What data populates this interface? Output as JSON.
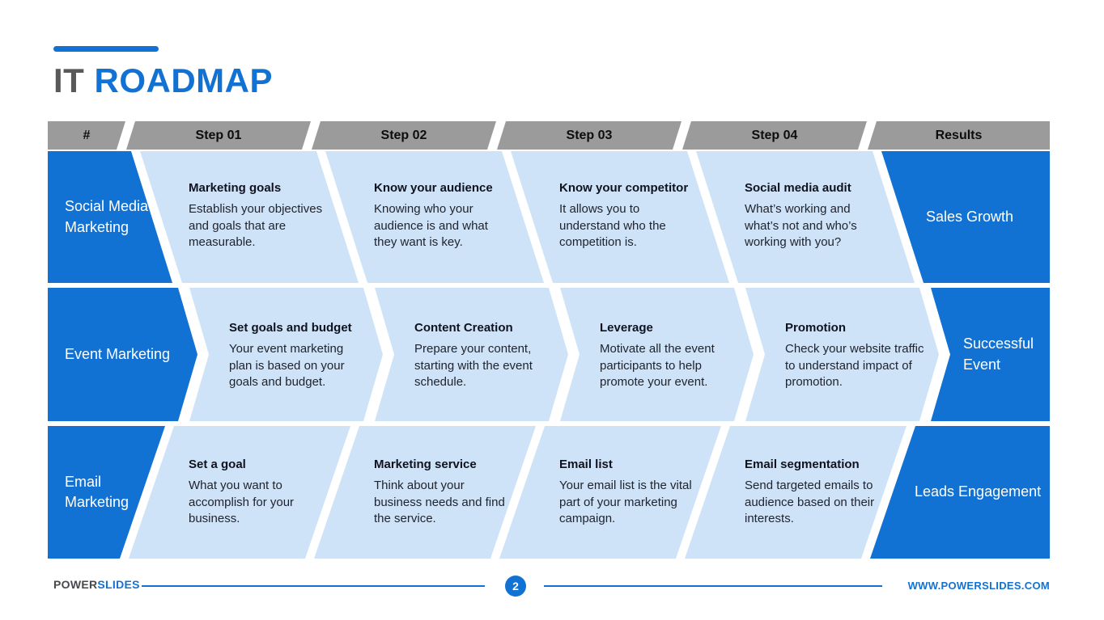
{
  "title": {
    "prefix": "IT",
    "accent": "ROADMAP"
  },
  "header": {
    "number_label": "#",
    "columns": [
      "Step 01",
      "Step 02",
      "Step 03",
      "Step 04"
    ],
    "results_label": "Results"
  },
  "rows": [
    {
      "label": "Social Media Marketing",
      "result": "Sales Growth",
      "steps": [
        {
          "title": "Marketing goals",
          "body": "Establish your objectives and goals that are measurable."
        },
        {
          "title": "Know your audience",
          "body": "Knowing who your audience is and what they want is key."
        },
        {
          "title": "Know your competitor",
          "body": "It allows you to understand who the competition is."
        },
        {
          "title": "Social media audit",
          "body": "What’s working and what’s not and who’s working with you?"
        }
      ]
    },
    {
      "label": "Event Marketing",
      "result": "Successful Event",
      "steps": [
        {
          "title": "Set goals and budget",
          "body": "Your event marketing plan is based on your goals and budget."
        },
        {
          "title": "Content Creation",
          "body": "Prepare your content, starting with the event schedule."
        },
        {
          "title": "Leverage",
          "body": "Motivate all the event participants to help promote your event."
        },
        {
          "title": "Promotion",
          "body": "Check your website traffic to understand impact of promotion."
        }
      ]
    },
    {
      "label": "Email Marketing",
      "result": "Leads Engagement",
      "steps": [
        {
          "title": "Set a goal",
          "body": "What you want to accomplish for your business."
        },
        {
          "title": "Marketing service",
          "body": "Think about your business needs and find the service."
        },
        {
          "title": "Email list",
          "body": "Your email list is the vital part of your marketing campaign."
        },
        {
          "title": "Email segmentation",
          "body": "Send targeted emails to audience based on their interests."
        }
      ]
    }
  ],
  "footer": {
    "brand_prefix": "POWER",
    "brand_suffix": "SLIDES",
    "page_number": "2",
    "website": "WWW.POWERSLIDES.COM"
  },
  "colors": {
    "accent_blue": "#1272d4",
    "light_blue": "#cfe3f8",
    "header_gray": "#9b9b9b",
    "title_gray": "#58595b",
    "heading_dark": "#0f1320",
    "body_dark": "#20242e",
    "footer_gray": "#47494d"
  }
}
